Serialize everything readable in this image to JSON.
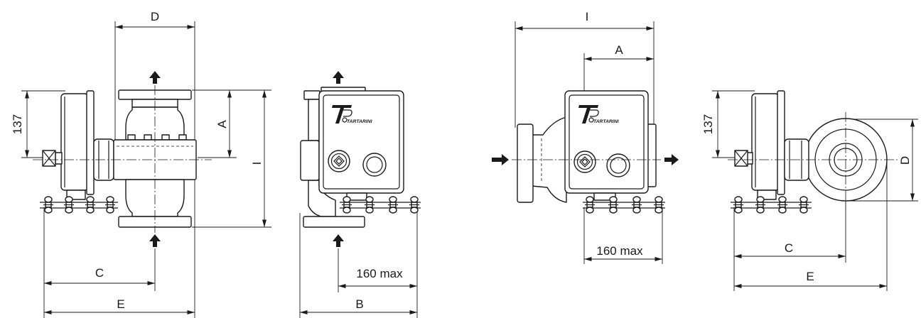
{
  "figure": {
    "front_view": {
      "dim_d": "D",
      "dim_137": "137",
      "dim_a": "A",
      "dim_i": "I",
      "dim_c": "C",
      "dim_e": "E"
    },
    "side_view": {
      "dim_160max": "160 max",
      "dim_b": "B",
      "logo_text": "TARTARINI"
    },
    "top_view": {
      "dim_i": "I",
      "dim_a": "A",
      "dim_160max": "160 max",
      "logo_text": "TARTARINI"
    },
    "end_view": {
      "dim_137": "137",
      "dim_d": "D",
      "dim_c": "C",
      "dim_e": "E"
    }
  },
  "colors": {
    "line": "#1a1a1a",
    "background": "#ffffff"
  }
}
